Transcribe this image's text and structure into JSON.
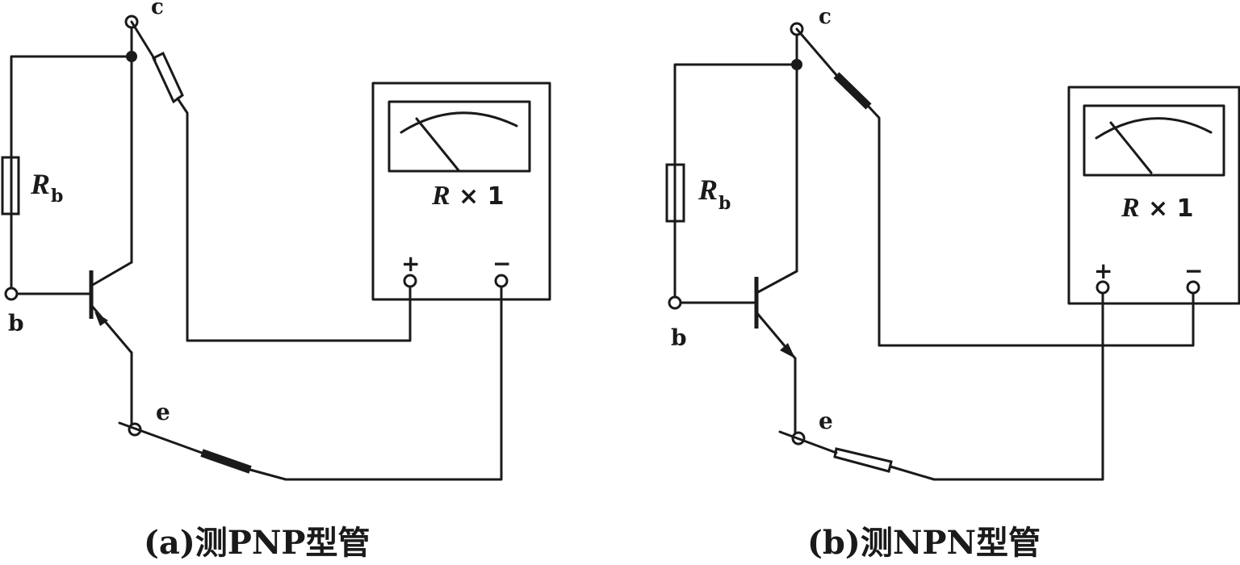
{
  "left": {
    "caption": "(a)测PNP型管",
    "resistor_label": "R",
    "resistor_sub": "b",
    "terminal_c": "c",
    "terminal_b": "b",
    "terminal_e": "e",
    "meter_range_r": "R",
    "meter_range_rest": "× 1",
    "meter_plus": "+",
    "meter_minus": "−"
  },
  "right": {
    "caption": "(b)测NPN型管",
    "resistor_label": "R",
    "resistor_sub": "b",
    "terminal_c": "c",
    "terminal_b": "b",
    "terminal_e": "e",
    "meter_range_r": "R",
    "meter_range_rest": "× 1",
    "meter_plus": "+",
    "meter_minus": "−"
  }
}
